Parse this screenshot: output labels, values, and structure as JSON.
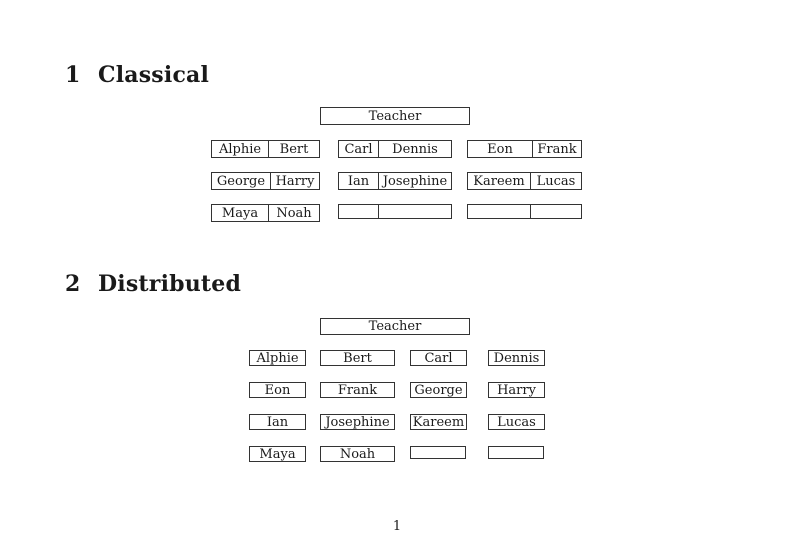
{
  "classical": {
    "heading_number": "1",
    "heading_title": "Classical",
    "teacher_label": "Teacher",
    "pairs": [
      {
        "left": "Alphie",
        "right": "Bert"
      },
      {
        "left": "Carl",
        "right": "Dennis"
      },
      {
        "left": "Eon",
        "right": "Frank"
      },
      {
        "left": "George",
        "right": "Harry"
      },
      {
        "left": "Ian",
        "right": "Josephine"
      },
      {
        "left": "Kareem",
        "right": "Lucas"
      },
      {
        "left": "Maya",
        "right": "Noah"
      },
      {
        "left": "",
        "right": ""
      },
      {
        "left": "",
        "right": ""
      }
    ]
  },
  "distributed": {
    "heading_number": "2",
    "heading_title": "Distributed",
    "teacher_label": "Teacher",
    "desks": [
      "Alphie",
      "Bert",
      "Carl",
      "Dennis",
      "Eon",
      "Frank",
      "George",
      "Harry",
      "Ian",
      "Josephine",
      "Kareem",
      "Lucas",
      "Maya",
      "Noah",
      "",
      ""
    ]
  },
  "footer": {
    "page_number": "1"
  },
  "colors": {
    "border": "#333333",
    "text": "#1a1a1a",
    "background": "#ffffff"
  }
}
